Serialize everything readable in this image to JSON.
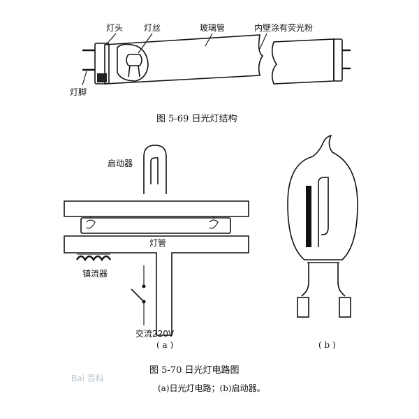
{
  "fig69": {
    "labels": {
      "cap": "灯头",
      "filament": "灯丝",
      "glass_tube": "玻璃管",
      "phosphor": "内壁涂有荧光粉",
      "pin": "灯脚"
    },
    "caption": "图 5-69    日光灯结构"
  },
  "fig70": {
    "labels": {
      "starter": "启动器",
      "tube": "灯管",
      "ballast": "镇流器",
      "ac": "交流220V",
      "a": "( a )",
      "b": "( b )"
    },
    "caption": "图 5-70    日光灯电路图",
    "subcaption": "(a)日光灯电路；(b)启动器。"
  },
  "watermark": "Bai 百科"
}
